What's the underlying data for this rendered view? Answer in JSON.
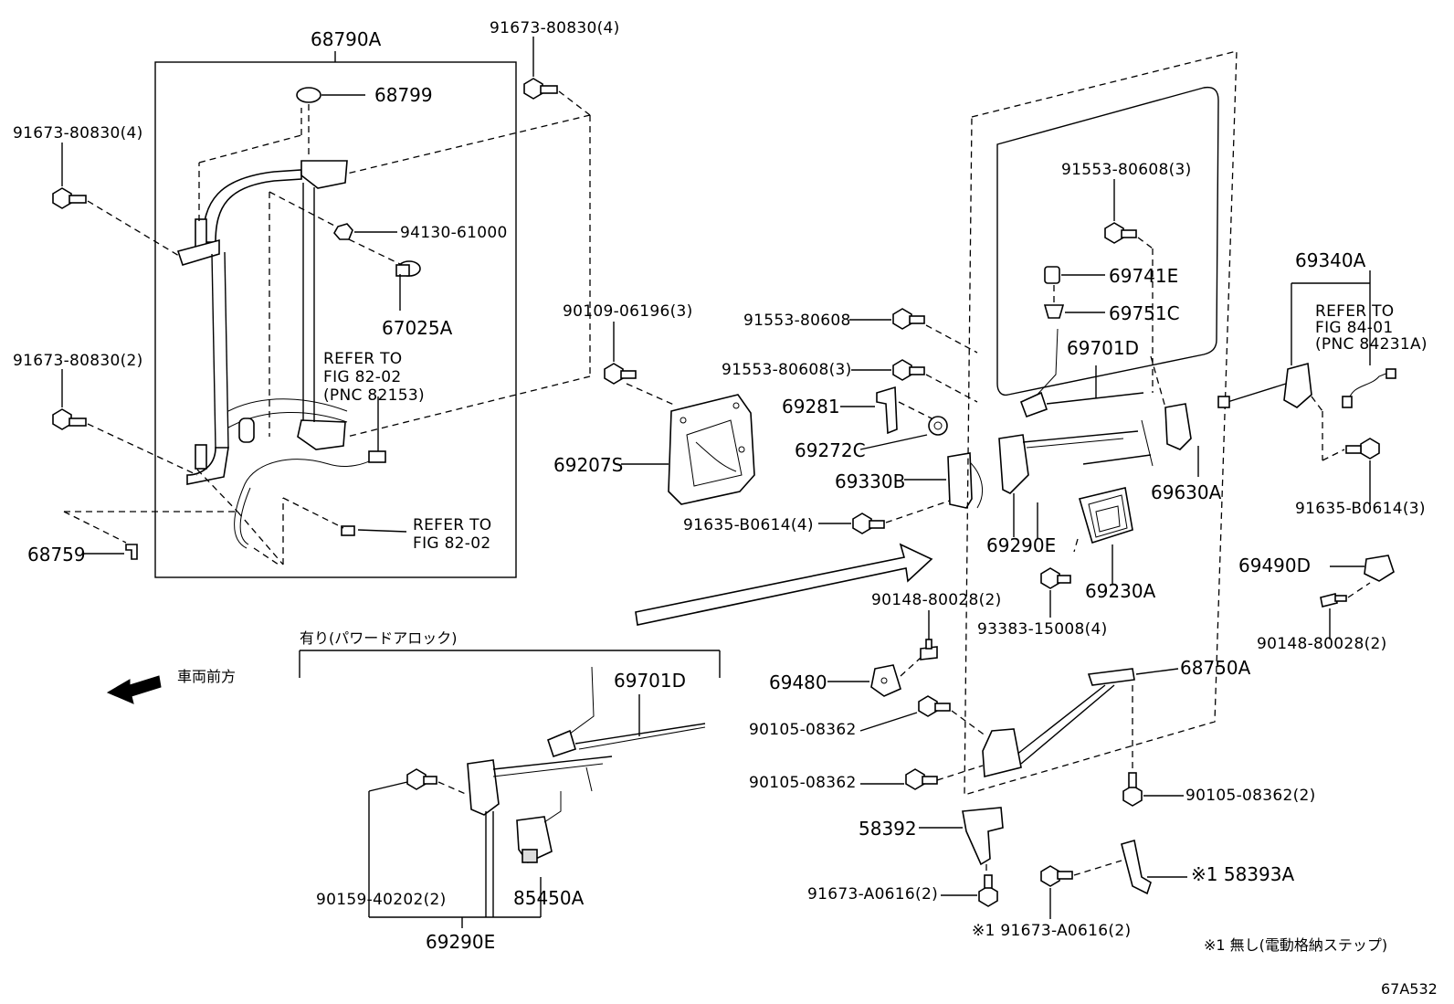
{
  "labels": {
    "l68790A": "68790A",
    "l91673_80830_4_top": "91673-80830(4)",
    "l68799": "68799",
    "l91673_80830_4_left": "91673-80830(4)",
    "l94130_61000": "94130-61000",
    "l67025A": "67025A",
    "l91673_80830_2": "91673-80830(2)",
    "refer_82_02_a_1": "REFER TO",
    "refer_82_02_a_2": "FIG 82-02",
    "refer_82_02_a_3": "(PNC 82153)",
    "refer_82_02_b_1": "REFER TO",
    "refer_82_02_b_2": "FIG 82-02",
    "l68759": "68759",
    "l90109_06196_3": "90109-06196(3)",
    "l69207S": "69207S",
    "l91553_80608": "91553-80608",
    "l91553_80608_3_mid": "91553-80608(3)",
    "l69281": "69281",
    "l69272C": "69272C",
    "l69330B": "69330B",
    "l91635_B0614_4": "91635-B0614(4)",
    "l91553_80608_3_top": "91553-80608(3)",
    "l69741E": "69741E",
    "l69751C": "69751C",
    "l69701D_top": "69701D",
    "l69290E_top": "69290E",
    "l69230A": "69230A",
    "l69630A": "69630A",
    "l69340A": "69340A",
    "refer_84_01_1": "REFER TO",
    "refer_84_01_2": "FIG 84-01",
    "refer_84_01_3": "(PNC 84231A)",
    "l91635_B0614_3": "91635-B0614(3)",
    "l69490D": "69490D",
    "l90148_80028_2_right": "90148-80028(2)",
    "l90148_80028_2_mid": "90148-80028(2)",
    "l93383_15008_4": "93383-15008(4)",
    "l69480": "69480",
    "l68750A": "68750A",
    "l90105_08362_a": "90105-08362",
    "l90105_08362_b": "90105-08362",
    "l90105_08362_2": "90105-08362(2)",
    "l58392": "58392",
    "l91673_A0616_2_a": "91673-A0616(2)",
    "l91673_A0616_2_b": "※1 91673-A0616(2)",
    "l58393A": "※1 58393A",
    "note_power_lock": "有り(パワードアロック)",
    "l69701D_inset": "69701D",
    "l90159_40202_2": "90159-40202(2)",
    "l85450A": "85450A",
    "l69290E_inset": "69290E",
    "vehicle_front": "車両前方",
    "footnote": "※1 無し(電動格納ステップ)",
    "figure_code": "67A532"
  }
}
